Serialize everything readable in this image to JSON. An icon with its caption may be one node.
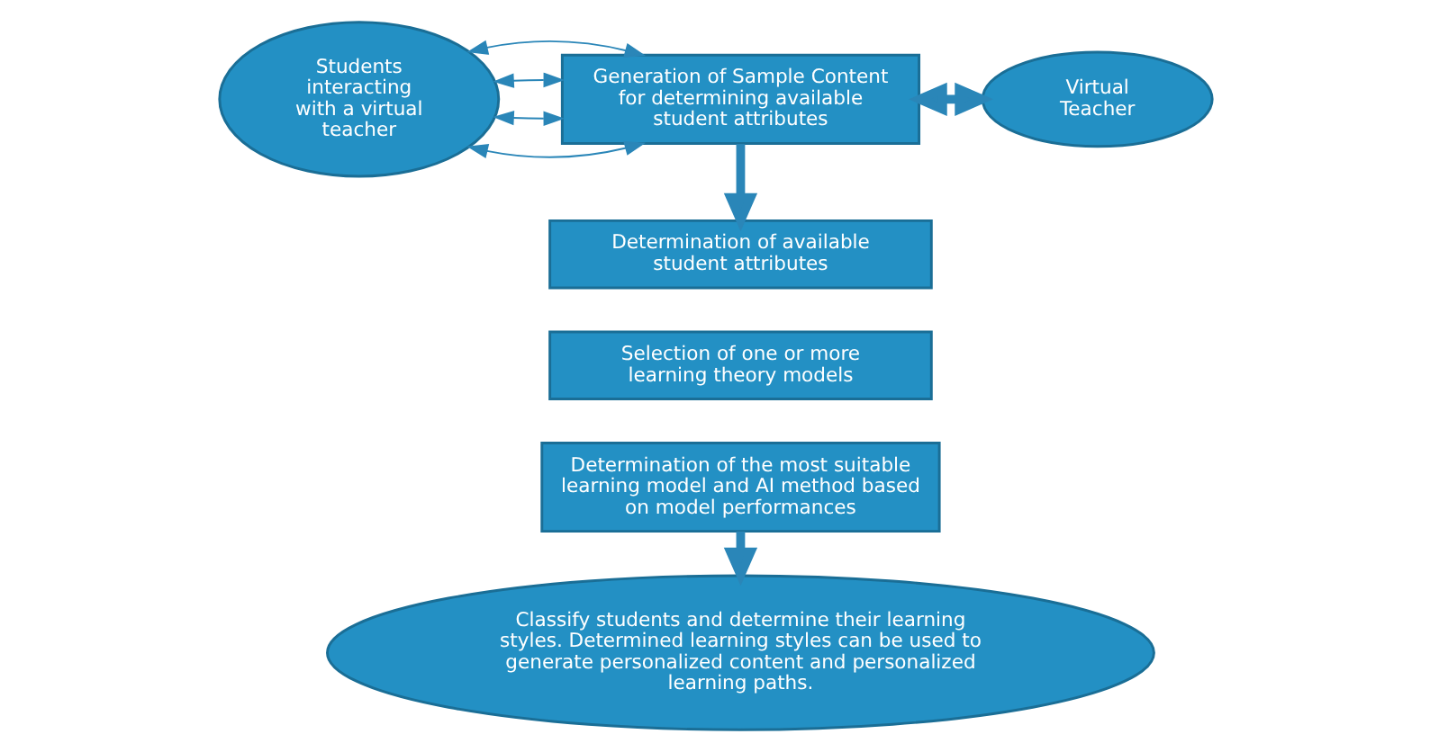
{
  "diagram": {
    "nodes": [
      {
        "text": [
          "Students interacting with a virtual teacher"
        ]
      },
      {
        "text": [
          "Generation of Sample Content for determining available student attributes"
        ]
      },
      {
        "text": [
          "Virtual Teacher"
        ]
      },
      {
        "text": [
          "Determination of available student attributes"
        ]
      },
      {
        "text": [
          "Selection of one or more learning theory models"
        ]
      },
      {
        "text": [
          "Determination of the most suitable learning model and AI method based on model performances"
        ]
      },
      {
        "text": [
          "Classify students and determine their learning styles. Determined learning styles can be used to generate personalized content and personalized learning paths."
        ]
      }
    ],
    "edges": [
      {
        "from": 0,
        "to": 1,
        "arrow": "both"
      },
      {
        "from": 0,
        "to": 1,
        "arrow": "both"
      },
      {
        "from": 0,
        "to": 1,
        "arrow": "both"
      },
      {
        "from": 0,
        "to": 1,
        "arrow": "both"
      },
      {
        "from": 1,
        "to": 2,
        "arrow": "both",
        "style": "thick"
      },
      {
        "from": 1,
        "to": 3,
        "arrow": "to",
        "style": "thick"
      },
      {
        "from": 5,
        "to": 6,
        "arrow": "to",
        "style": "thick"
      }
    ]
  }
}
